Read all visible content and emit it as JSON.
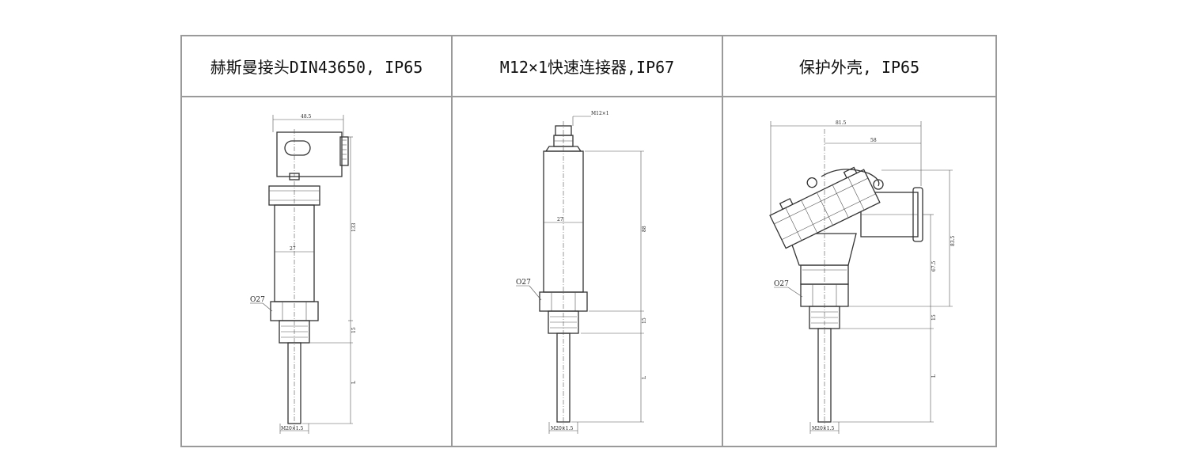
{
  "table": {
    "columns": [
      {
        "header": "赫斯曼接头DIN43650, IP65",
        "dims": {
          "width": "48.5",
          "diameter": "27",
          "length": "133",
          "thread_len": "15",
          "insert_len": "L",
          "thread": "M20×1.5",
          "hex": "O27"
        }
      },
      {
        "header": "M12×1快速连接器,IP67",
        "dims": {
          "connector": "M12×1",
          "diameter": "27",
          "length": "88",
          "thread_len": "15",
          "insert_len": "L",
          "thread": "M20×1.5",
          "hex": "O27"
        }
      },
      {
        "header": "保护外壳, IP65",
        "dims": {
          "width_outer": "81.5",
          "width_inner": "58",
          "height_total": "83.5",
          "height_mid": "67.5",
          "thread_len": "15",
          "insert_len": "L",
          "thread": "M20×1.5",
          "hex": "O27"
        }
      }
    ]
  }
}
